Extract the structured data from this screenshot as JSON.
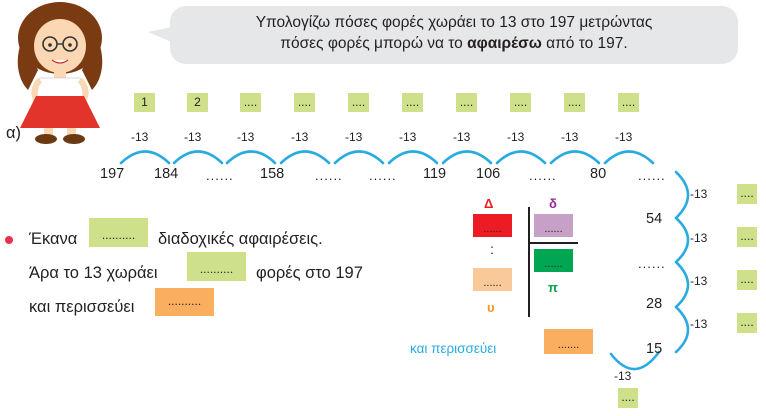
{
  "instruction": {
    "line1": "Υπολογίζω πόσες φορές χωράει το 13 στο 197 μετρώντας",
    "line2_pre": "πόσες φορές μπορώ να το ",
    "line2_bold": "αφαιρέσω",
    "line2_post": " από το 197."
  },
  "part_label": "α)",
  "counter_boxes": [
    "1",
    "2",
    "....",
    "....",
    "....",
    "....",
    "....",
    "....",
    "....",
    "...."
  ],
  "step_label": "-13",
  "number_line": [
    "197",
    "184",
    "......",
    "158",
    "......",
    "......",
    "119",
    "106",
    "......",
    "80",
    "......"
  ],
  "right_column": {
    "values": [
      "54",
      "......",
      "28",
      "15"
    ],
    "step_labels": [
      "-13",
      "-13",
      "-13",
      "-13"
    ],
    "boxes": [
      "....",
      "....",
      "....",
      "...."
    ],
    "bottom_label": "-13",
    "bottom_box": "...."
  },
  "sentences": {
    "s1_pre": "Έκανα",
    "s1_box": "..........",
    "s1_post": "διαδοχικές αφαιρέσεις.",
    "s2_pre": "Άρα το 13 χωράει",
    "s2_box": "..........",
    "s2_post": "φορές στο 197",
    "s3_pre": "και περισσεύει",
    "s3_box": ".........."
  },
  "division": {
    "dividend_label": "Δ",
    "divisor_label": "δ",
    "quotient_label": "π",
    "remainder_label": "υ",
    "dividend_box": "......",
    "divisor_box": "......",
    "quotient_box": "......",
    "remainder_box": "......",
    "vertical_dots": ":",
    "colors": {
      "dividend": "#ed1c24",
      "divisor": "#c6a0c6",
      "quotient": "#00a651",
      "remainder": "#f9c99a"
    }
  },
  "remainder_note": {
    "label": "και περισσεύει",
    "box": "......."
  },
  "colors": {
    "box_green": "#cfe08a",
    "box_orange": "#f9ae60",
    "arc": "#29abe2",
    "bullet": "#e8334a"
  }
}
